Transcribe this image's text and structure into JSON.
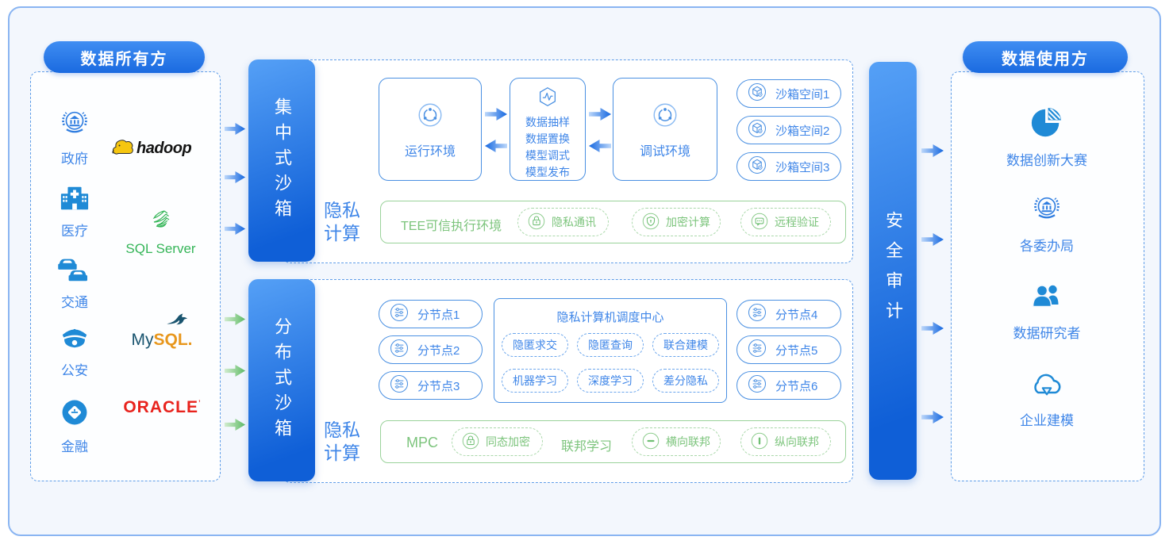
{
  "colors": {
    "primary_blue": "#2f7de0",
    "box_border_blue": "#4a90e2",
    "text_blue": "#3f86e8",
    "green": "#7cc47c",
    "green_border": "#9ad29a",
    "oracle_red": "#e8231d",
    "sqlserver_green": "#35b558",
    "mysql_navy": "#19546f",
    "mysql_orange": "#e8971d",
    "hadoop_yellow": "#f6c60f",
    "background": "#f3f7fd"
  },
  "left_panel": {
    "title": "数据所有方",
    "sectors": [
      {
        "label": "政府",
        "icon": "government-icon"
      },
      {
        "label": "医疗",
        "icon": "hospital-icon"
      },
      {
        "label": "交通",
        "icon": "traffic-icon"
      },
      {
        "label": "公安",
        "icon": "police-icon"
      },
      {
        "label": "金融",
        "icon": "finance-icon"
      }
    ],
    "logos": [
      {
        "label": "hadoop"
      },
      {
        "label": "SQL Server"
      },
      {
        "label": "MySQL",
        "part1": "My",
        "part2": "SQL."
      },
      {
        "label": "ORACLE",
        "mark": "’"
      }
    ]
  },
  "centralized": {
    "bar_label": "集中式沙箱",
    "runtime_box": {
      "label": "运行环境",
      "icon": "sync-circle-icon"
    },
    "ops_box": {
      "icon": "hexagon-pulse-icon",
      "lines": [
        "数据抽样",
        "数据置换",
        "模型调式",
        "模型发布"
      ]
    },
    "debug_box": {
      "label": "调试环境",
      "icon": "sync-circle-icon"
    },
    "sandbox_spaces": [
      {
        "label": "沙箱空间1"
      },
      {
        "label": "沙箱空间2"
      },
      {
        "label": "沙箱空间3"
      }
    ],
    "privacy_lines": [
      "隐私",
      "计算"
    ],
    "tee": {
      "title": "TEE可信执行环境",
      "pills": [
        {
          "label": "隐私通讯",
          "icon": "lock-icon"
        },
        {
          "label": "加密计算",
          "icon": "shield-icon"
        },
        {
          "label": "远程验证",
          "icon": "message-icon"
        }
      ]
    }
  },
  "distributed": {
    "bar_label": "分布式沙箱",
    "nodes_left": [
      {
        "label": "分节点1"
      },
      {
        "label": "分节点2"
      },
      {
        "label": "分节点3"
      }
    ],
    "nodes_right": [
      {
        "label": "分节点4"
      },
      {
        "label": "分节点5"
      },
      {
        "label": "分节点6"
      }
    ],
    "scheduler": {
      "title": "隐私计算机调度中心",
      "pills": [
        {
          "label": "隐匿求交"
        },
        {
          "label": "隐匿查询"
        },
        {
          "label": "联合建模"
        },
        {
          "label": "机器学习"
        },
        {
          "label": "深度学习"
        },
        {
          "label": "差分隐私"
        }
      ]
    },
    "privacy_lines": [
      "隐私",
      "计算"
    ],
    "mpc": {
      "label": "MPC",
      "pill_homomorphic": {
        "label": "同态加密",
        "icon": "lock-icon"
      },
      "federated_label": "联邦学习",
      "pill_horizontal": {
        "label": "横向联邦",
        "icon": "horizontal-bar-icon"
      },
      "pill_vertical": {
        "label": "纵向联邦",
        "icon": "vertical-bar-icon"
      }
    }
  },
  "audit": {
    "bar_label": "安全审计"
  },
  "right_panel": {
    "title": "数据使用方",
    "items": [
      {
        "label": "数据创新大赛",
        "icon": "pie-chart-icon"
      },
      {
        "label": "各委办局",
        "icon": "government-icon"
      },
      {
        "label": "数据研究者",
        "icon": "people-icon"
      },
      {
        "label": "企业建模",
        "icon": "cloud-model-icon"
      }
    ]
  }
}
